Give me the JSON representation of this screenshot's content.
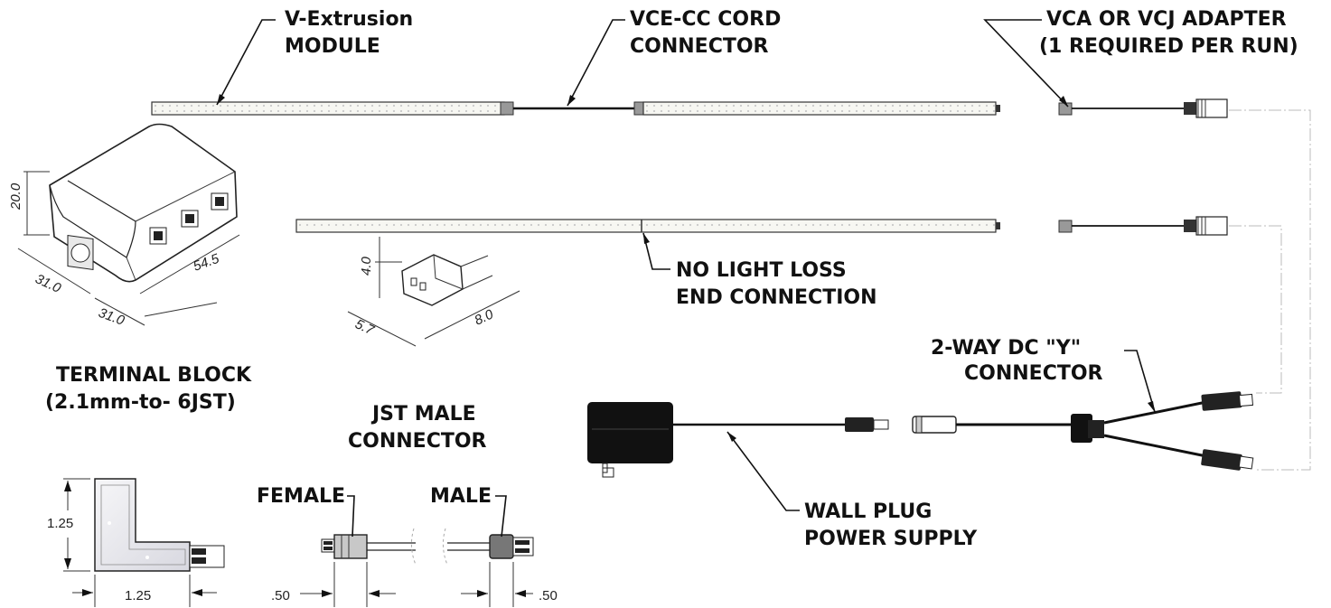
{
  "labels": {
    "v_extrusion": [
      "V-Extrusion",
      "MODULE"
    ],
    "vce_cc": [
      "VCE-CC CORD",
      "CONNECTOR"
    ],
    "adapter": [
      "VCA OR VCJ ADAPTER",
      "(1 REQUIRED PER RUN)"
    ],
    "no_light_loss": [
      "NO LIGHT LOSS",
      "END CONNECTION"
    ],
    "two_way": [
      "2-WAY DC \"Y\"",
      "CONNECTOR"
    ],
    "terminal_block": [
      "TERMINAL BLOCK",
      "(2.1mm-to- 6JST)"
    ],
    "jst_male": [
      "JST MALE",
      "CONNECTOR"
    ],
    "female": "FEMALE",
    "male": "MALE",
    "wall_plug": [
      "WALL PLUG",
      "POWER SUPPLY"
    ]
  },
  "dimensions": {
    "tb_height": "20.0",
    "tb_width": "31.0",
    "tb_depth": "31.0",
    "tb_length": "54.5",
    "jst_height": "4.0",
    "jst_width": "5.7",
    "jst_length": "8.0",
    "corner_height": "1.25",
    "corner_width": "1.25",
    "female_pitch": ".50",
    "male_pitch": ".50"
  }
}
